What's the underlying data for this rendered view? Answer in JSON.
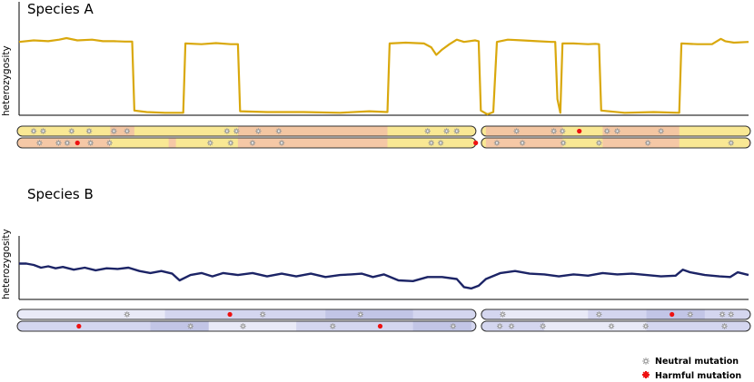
{
  "colors": {
    "species_a_line": "#d9a80d",
    "species_b_line": "#1c2466",
    "a_hap1_fill": "#f9e894",
    "a_hap1_block": "#f3c6a2",
    "a_hap2_fill": "#f5c8a6",
    "a_hap2_block": "#f9e894",
    "b_fill": "#d4d6ef",
    "b_light": "#e9eaf7",
    "b_dark": "#c2c5e6",
    "chrom_stroke": "#333333",
    "neutral": "#9a9a9a",
    "harmful": "#ee1111"
  },
  "chart_data": [
    {
      "type": "line",
      "title": "Species A",
      "ylabel": "heterozygosity",
      "x_range": [
        0,
        1
      ],
      "y_range": [
        0,
        1
      ],
      "series": [
        {
          "points": [
            [
              0.0,
              0.95
            ],
            [
              0.02,
              0.97
            ],
            [
              0.04,
              0.96
            ],
            [
              0.055,
              0.98
            ],
            [
              0.065,
              1.0
            ],
            [
              0.08,
              0.97
            ],
            [
              0.1,
              0.98
            ],
            [
              0.115,
              0.96
            ],
            [
              0.13,
              0.96
            ],
            [
              0.145,
              0.955
            ],
            [
              0.155,
              0.955
            ],
            [
              0.158,
              0.05
            ],
            [
              0.175,
              0.03
            ],
            [
              0.2,
              0.02
            ],
            [
              0.225,
              0.02
            ],
            [
              0.228,
              0.93
            ],
            [
              0.25,
              0.92
            ],
            [
              0.27,
              0.935
            ],
            [
              0.29,
              0.92
            ],
            [
              0.3,
              0.92
            ],
            [
              0.303,
              0.04
            ],
            [
              0.34,
              0.03
            ],
            [
              0.39,
              0.03
            ],
            [
              0.44,
              0.02
            ],
            [
              0.48,
              0.04
            ],
            [
              0.505,
              0.03
            ],
            [
              0.508,
              0.93
            ],
            [
              0.53,
              0.94
            ],
            [
              0.555,
              0.93
            ],
            [
              0.565,
              0.88
            ],
            [
              0.572,
              0.78
            ],
            [
              0.58,
              0.85
            ],
            [
              0.59,
              0.92
            ],
            [
              0.6,
              0.98
            ],
            [
              0.61,
              0.95
            ],
            [
              0.625,
              0.97
            ],
            [
              0.63,
              0.96
            ],
            [
              0.633,
              0.05
            ],
            [
              0.642,
              0.0
            ],
            [
              0.65,
              0.03
            ],
            [
              0.655,
              0.95
            ],
            [
              0.67,
              0.98
            ],
            [
              0.69,
              0.97
            ],
            [
              0.71,
              0.96
            ],
            [
              0.73,
              0.95
            ],
            [
              0.735,
              0.95
            ],
            [
              0.738,
              0.2
            ],
            [
              0.742,
              0.02
            ],
            [
              0.745,
              0.93
            ],
            [
              0.76,
              0.93
            ],
            [
              0.78,
              0.92
            ],
            [
              0.79,
              0.925
            ],
            [
              0.795,
              0.92
            ],
            [
              0.798,
              0.05
            ],
            [
              0.83,
              0.02
            ],
            [
              0.87,
              0.03
            ],
            [
              0.905,
              0.02
            ],
            [
              0.908,
              0.93
            ],
            [
              0.93,
              0.92
            ],
            [
              0.95,
              0.92
            ],
            [
              0.955,
              0.95
            ],
            [
              0.962,
              0.99
            ],
            [
              0.968,
              0.96
            ],
            [
              0.98,
              0.94
            ],
            [
              1.0,
              0.95
            ]
          ]
        }
      ]
    },
    {
      "type": "line",
      "title": "Species B",
      "ylabel": "heterozygosity",
      "x_range": [
        0,
        1
      ],
      "y_range": [
        0,
        1
      ],
      "series": [
        {
          "points": [
            [
              0.0,
              0.52
            ],
            [
              0.01,
              0.52
            ],
            [
              0.02,
              0.5
            ],
            [
              0.03,
              0.46
            ],
            [
              0.04,
              0.48
            ],
            [
              0.05,
              0.45
            ],
            [
              0.06,
              0.47
            ],
            [
              0.075,
              0.43
            ],
            [
              0.09,
              0.46
            ],
            [
              0.105,
              0.42
            ],
            [
              0.12,
              0.45
            ],
            [
              0.135,
              0.44
            ],
            [
              0.15,
              0.46
            ],
            [
              0.165,
              0.41
            ],
            [
              0.18,
              0.38
            ],
            [
              0.195,
              0.41
            ],
            [
              0.21,
              0.37
            ],
            [
              0.22,
              0.27
            ],
            [
              0.235,
              0.35
            ],
            [
              0.25,
              0.38
            ],
            [
              0.265,
              0.33
            ],
            [
              0.28,
              0.38
            ],
            [
              0.3,
              0.35
            ],
            [
              0.32,
              0.38
            ],
            [
              0.34,
              0.33
            ],
            [
              0.36,
              0.37
            ],
            [
              0.38,
              0.33
            ],
            [
              0.4,
              0.37
            ],
            [
              0.42,
              0.32
            ],
            [
              0.44,
              0.35
            ],
            [
              0.455,
              0.36
            ],
            [
              0.47,
              0.37
            ],
            [
              0.485,
              0.32
            ],
            [
              0.5,
              0.36
            ],
            [
              0.52,
              0.27
            ],
            [
              0.54,
              0.26
            ],
            [
              0.56,
              0.32
            ],
            [
              0.58,
              0.32
            ],
            [
              0.6,
              0.29
            ],
            [
              0.61,
              0.17
            ],
            [
              0.62,
              0.15
            ],
            [
              0.63,
              0.19
            ],
            [
              0.64,
              0.29
            ],
            [
              0.66,
              0.38
            ],
            [
              0.68,
              0.41
            ],
            [
              0.7,
              0.37
            ],
            [
              0.72,
              0.36
            ],
            [
              0.74,
              0.33
            ],
            [
              0.76,
              0.36
            ],
            [
              0.78,
              0.34
            ],
            [
              0.8,
              0.38
            ],
            [
              0.82,
              0.36
            ],
            [
              0.84,
              0.37
            ],
            [
              0.86,
              0.35
            ],
            [
              0.88,
              0.33
            ],
            [
              0.9,
              0.34
            ],
            [
              0.91,
              0.43
            ],
            [
              0.92,
              0.39
            ],
            [
              0.94,
              0.35
            ],
            [
              0.96,
              0.33
            ],
            [
              0.975,
              0.32
            ],
            [
              0.985,
              0.39
            ],
            [
              1.0,
              0.35
            ]
          ]
        }
      ]
    }
  ],
  "chromosomes": {
    "species_a": {
      "hap1": {
        "base": "a_hap1_fill",
        "blocks": [
          {
            "from": 0.125,
            "to": 0.158,
            "color": "a_hap1_block"
          },
          {
            "from": 0.3,
            "to": 0.505,
            "color": "a_hap1_block"
          },
          {
            "from": 0.64,
            "to": 0.745,
            "color": "a_hap1_block"
          },
          {
            "from": 0.8,
            "to": 0.905,
            "color": "a_hap1_block"
          }
        ],
        "marks": [
          {
            "pos": 0.02,
            "type": "neutral"
          },
          {
            "pos": 0.033,
            "type": "neutral"
          },
          {
            "pos": 0.072,
            "type": "neutral"
          },
          {
            "pos": 0.096,
            "type": "neutral"
          },
          {
            "pos": 0.13,
            "type": "neutral"
          },
          {
            "pos": 0.148,
            "type": "neutral"
          },
          {
            "pos": 0.285,
            "type": "neutral"
          },
          {
            "pos": 0.298,
            "type": "neutral"
          },
          {
            "pos": 0.328,
            "type": "neutral"
          },
          {
            "pos": 0.356,
            "type": "neutral"
          },
          {
            "pos": 0.56,
            "type": "neutral"
          },
          {
            "pos": 0.586,
            "type": "neutral"
          },
          {
            "pos": 0.6,
            "type": "neutral"
          },
          {
            "pos": 0.682,
            "type": "neutral"
          },
          {
            "pos": 0.733,
            "type": "neutral"
          },
          {
            "pos": 0.745,
            "type": "neutral"
          },
          {
            "pos": 0.768,
            "type": "harmful"
          },
          {
            "pos": 0.806,
            "type": "neutral"
          },
          {
            "pos": 0.82,
            "type": "neutral"
          },
          {
            "pos": 0.88,
            "type": "neutral"
          }
        ]
      },
      "hap2": {
        "base": "a_hap2_fill",
        "blocks": [
          {
            "from": 0.125,
            "to": 0.205,
            "color": "a_hap2_block"
          },
          {
            "from": 0.215,
            "to": 0.3,
            "color": "a_hap2_block"
          },
          {
            "from": 0.505,
            "to": 0.64,
            "color": "a_hap2_block"
          },
          {
            "from": 0.745,
            "to": 0.8,
            "color": "a_hap2_block"
          },
          {
            "from": 0.905,
            "to": 1.0,
            "color": "a_hap2_block"
          }
        ],
        "marks": [
          {
            "pos": 0.028,
            "type": "neutral"
          },
          {
            "pos": 0.054,
            "type": "neutral"
          },
          {
            "pos": 0.066,
            "type": "neutral"
          },
          {
            "pos": 0.08,
            "type": "harmful"
          },
          {
            "pos": 0.098,
            "type": "neutral"
          },
          {
            "pos": 0.124,
            "type": "neutral"
          },
          {
            "pos": 0.262,
            "type": "neutral"
          },
          {
            "pos": 0.29,
            "type": "neutral"
          },
          {
            "pos": 0.32,
            "type": "neutral"
          },
          {
            "pos": 0.36,
            "type": "neutral"
          },
          {
            "pos": 0.565,
            "type": "neutral"
          },
          {
            "pos": 0.578,
            "type": "neutral"
          },
          {
            "pos": 0.626,
            "type": "harmful"
          },
          {
            "pos": 0.655,
            "type": "neutral"
          },
          {
            "pos": 0.69,
            "type": "neutral"
          },
          {
            "pos": 0.746,
            "type": "neutral"
          },
          {
            "pos": 0.795,
            "type": "neutral"
          },
          {
            "pos": 0.862,
            "type": "neutral"
          },
          {
            "pos": 0.976,
            "type": "neutral"
          }
        ]
      }
    },
    "species_b": {
      "hap1": {
        "base": "b_fill",
        "blocks": [
          {
            "from": 0.0,
            "to": 0.2,
            "color": "b_light"
          },
          {
            "from": 0.42,
            "to": 0.54,
            "color": "b_dark"
          },
          {
            "from": 0.66,
            "to": 0.78,
            "color": "b_light"
          },
          {
            "from": 0.86,
            "to": 0.94,
            "color": "b_dark"
          }
        ],
        "marks": [
          {
            "pos": 0.148,
            "type": "neutral"
          },
          {
            "pos": 0.289,
            "type": "harmful"
          },
          {
            "pos": 0.334,
            "type": "neutral"
          },
          {
            "pos": 0.468,
            "type": "neutral"
          },
          {
            "pos": 0.663,
            "type": "neutral"
          },
          {
            "pos": 0.795,
            "type": "neutral"
          },
          {
            "pos": 0.895,
            "type": "harmful"
          },
          {
            "pos": 0.92,
            "type": "neutral"
          },
          {
            "pos": 0.964,
            "type": "neutral"
          },
          {
            "pos": 0.976,
            "type": "neutral"
          }
        ]
      },
      "hap2": {
        "base": "b_fill",
        "blocks": [
          {
            "from": 0.18,
            "to": 0.26,
            "color": "b_dark"
          },
          {
            "from": 0.26,
            "to": 0.38,
            "color": "b_light"
          },
          {
            "from": 0.54,
            "to": 0.62,
            "color": "b_dark"
          },
          {
            "from": 0.72,
            "to": 0.86,
            "color": "b_light"
          }
        ],
        "marks": [
          {
            "pos": 0.082,
            "type": "harmful"
          },
          {
            "pos": 0.235,
            "type": "neutral"
          },
          {
            "pos": 0.307,
            "type": "neutral"
          },
          {
            "pos": 0.43,
            "type": "neutral"
          },
          {
            "pos": 0.495,
            "type": "harmful"
          },
          {
            "pos": 0.595,
            "type": "neutral"
          },
          {
            "pos": 0.659,
            "type": "neutral"
          },
          {
            "pos": 0.675,
            "type": "neutral"
          },
          {
            "pos": 0.718,
            "type": "neutral"
          },
          {
            "pos": 0.812,
            "type": "neutral"
          },
          {
            "pos": 0.859,
            "type": "neutral"
          },
          {
            "pos": 0.967,
            "type": "neutral"
          }
        ]
      }
    }
  },
  "legend": {
    "neutral_label": "Neutral mutation",
    "harmful_label": "Harmful mutation"
  }
}
